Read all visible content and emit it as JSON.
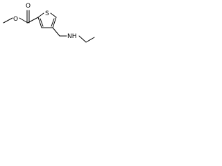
{
  "molecule": {
    "atoms": {
      "carbonyl_oxygen": "O",
      "ester_oxygen": "O",
      "ring_sulfur": "S",
      "amine": "NH"
    },
    "colors": {
      "bond": "#000000",
      "label": "#000000",
      "background": "#ffffff"
    }
  }
}
